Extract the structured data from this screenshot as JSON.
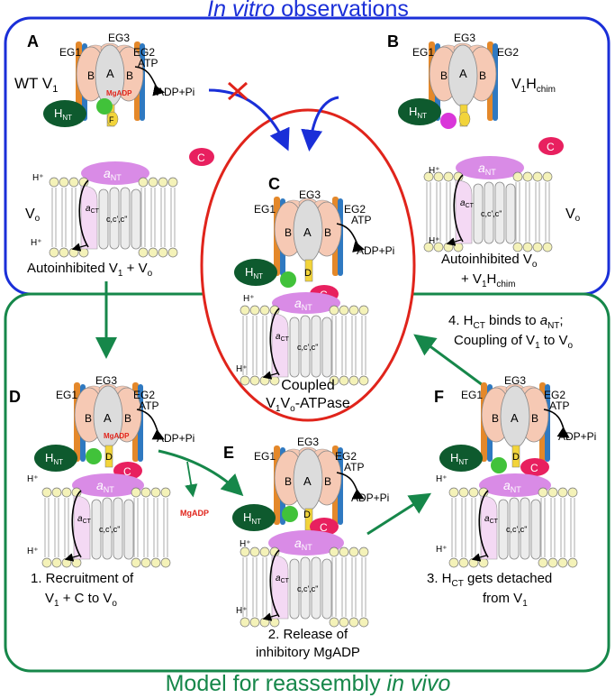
{
  "header": {
    "prefix": "In vitro",
    "rest": " observations"
  },
  "footer": {
    "prefix": "Model for reassembly ",
    "italic": "in vivo"
  },
  "panels": {
    "A": {
      "letter": "A",
      "label_main": "WT V",
      "label_sub": "1"
    },
    "B": {
      "letter": "B",
      "label_main": "V",
      "label_sub1": "1",
      "label_mid": "H",
      "label_sub2": "chim"
    },
    "C": {
      "letter": "C",
      "caption_line1": "Coupled",
      "caption_main": "V",
      "caption_sub1": "1",
      "caption_mid": "V",
      "caption_sub2": "o",
      "caption_rest": "-ATPase"
    },
    "D": {
      "letter": "D"
    },
    "E": {
      "letter": "E"
    },
    "F": {
      "letter": "F"
    }
  },
  "labels": {
    "eg1": "EG1",
    "eg2": "EG2",
    "eg3": "EG3",
    "atp": "ATP",
    "adp": "ADP+Pi",
    "mgadp": "MgADP",
    "subunit_a": "A",
    "subunit_b": "B",
    "subunit_c": "C",
    "subunit_d_upper": "D",
    "subunit_d_lower": "d",
    "h_nt_main": "H",
    "h_nt_sub": "NT",
    "h_ct_main": "H",
    "h_ct_sub": "CT",
    "a_nt_main": "a",
    "a_nt_sub": "NT",
    "a_ct_main": "a",
    "a_ct_sub": "CT",
    "ring": "c,c',c\"",
    "proton": "H⁺",
    "vo_main": "V",
    "vo_sub": "o",
    "f_label": "F"
  },
  "captions": {
    "a_vo": {
      "main": "Autoinhibited V",
      "sub1": "1",
      "mid": " + V",
      "sub2": "o"
    },
    "b_line1": {
      "main": "Autoinhibited V",
      "sub": "o"
    },
    "b_line2": {
      "main": "+ V",
      "sub1": "1",
      "mid": "H",
      "sub2": "chim"
    },
    "step1_line1": "1. Recruitment of",
    "step1_line2": {
      "main": "V",
      "sub1": "1",
      "mid": " + C to V",
      "sub2": "o"
    },
    "step2_line1": "2. Release of",
    "step2_line2": "inhibitory MgADP",
    "step3_line1": {
      "pre": "3. H",
      "sub": "CT",
      "post": " gets detached"
    },
    "step3_line2": {
      "pre": "from V",
      "sub": "1"
    },
    "step4_line1": {
      "pre": "4. H",
      "sub": "CT",
      "mid": " binds to ",
      "a": "a",
      "asub": "NT",
      "post": ";"
    },
    "step4_line2": {
      "pre": "Coupling of V",
      "sub1": "1",
      "mid": " to V",
      "sub2": "o"
    }
  },
  "colors": {
    "blue_frame": "#1a2fd8",
    "green_frame": "#16874a",
    "red_oval": "#e0241b",
    "subunit_AB": "#f6c9b4",
    "subunit_A_center": "#dcdcdc",
    "stator_orange": "#e4882a",
    "stator_blue": "#2f79c1",
    "h_nt": "#0e5a2e",
    "h_ct": "#41c23a",
    "h_chim": "#d936d9",
    "subunit_C": "#e8205f",
    "a_nt": "#d98be6",
    "a_ct_fill": "#f4d9f4",
    "subunit_D": "#f2d43a",
    "lipid_head": "#f4f2b8",
    "ring_fill": "#ececec"
  }
}
